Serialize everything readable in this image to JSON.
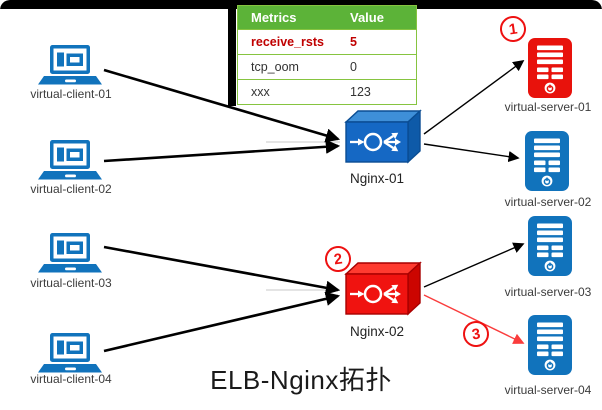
{
  "title": "ELB-Nginx拓扑",
  "metrics_table": {
    "headers": [
      "Metrics",
      "Value"
    ],
    "rows": [
      {
        "metric": "receive_rsts",
        "value": "5",
        "highlighted": true
      },
      {
        "metric": "tcp_oom",
        "value": "0",
        "highlighted": false
      },
      {
        "metric": "xxx",
        "value": "123",
        "highlighted": false
      }
    ]
  },
  "nodes": {
    "clients": [
      {
        "label": "virtual-client-01"
      },
      {
        "label": "virtual-client-02"
      },
      {
        "label": "virtual-client-03"
      },
      {
        "label": "virtual-client-04"
      }
    ],
    "load_balancers": [
      {
        "label": "Nginx-01",
        "status": "normal"
      },
      {
        "label": "Nginx-02",
        "status": "alert"
      }
    ],
    "servers": [
      {
        "label": "virtual-server-01",
        "status": "alert"
      },
      {
        "label": "virtual-server-02",
        "status": "normal"
      },
      {
        "label": "virtual-server-03",
        "status": "normal"
      },
      {
        "label": "virtual-server-04",
        "status": "normal"
      }
    ]
  },
  "annotations": {
    "marker1": "1",
    "marker2": "2",
    "marker3": "3"
  },
  "colors": {
    "node_blue": "#1173BC",
    "alert_red": "#E8120C",
    "table_header_green": "#5CB338",
    "table_border_green": "#86C440",
    "highlight_text_red": "#C00000",
    "link_black": "#000000",
    "link_red": "#FA3C3C"
  }
}
